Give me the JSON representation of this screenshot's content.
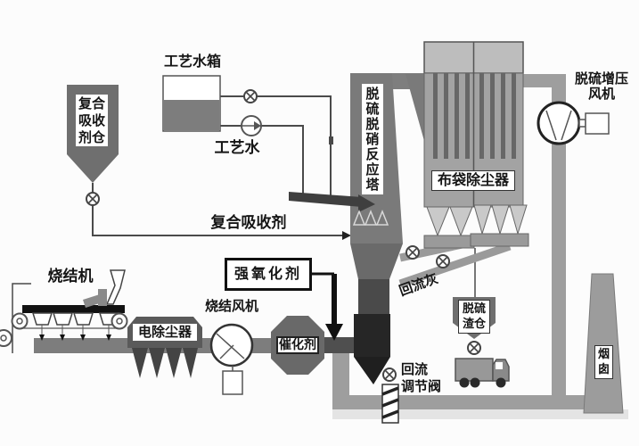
{
  "diagram": {
    "type": "process-flow-diagram",
    "labels": {
      "absorbent_silo": "复合吸收剂仓",
      "process_water_tank": "工艺水箱",
      "process_water": "工艺水",
      "composite_absorbent": "复合吸收剂",
      "sintering_machine": "烧结机",
      "esp": "电除尘器",
      "sintering_fan": "烧结风机",
      "strong_oxidizer": "强氧化剂",
      "catalyst": "催化剂",
      "reaction_tower": "脱硫脱硝反应塔",
      "bag_filter": "布袋除尘器",
      "booster_fan": "脱硫增压\n风机",
      "return_ash": "回流灰",
      "slag_silo": "脱硫渣仓",
      "return_valve": "回流\n调节阀",
      "chimney": "烟囱"
    },
    "colors": {
      "component_gray": "#6f6f6f",
      "duct_gray": "#9e9e9e",
      "dark_vessel": "#262626",
      "line_dark": "#4a4a4a",
      "label_bg": "#ffffff"
    }
  }
}
